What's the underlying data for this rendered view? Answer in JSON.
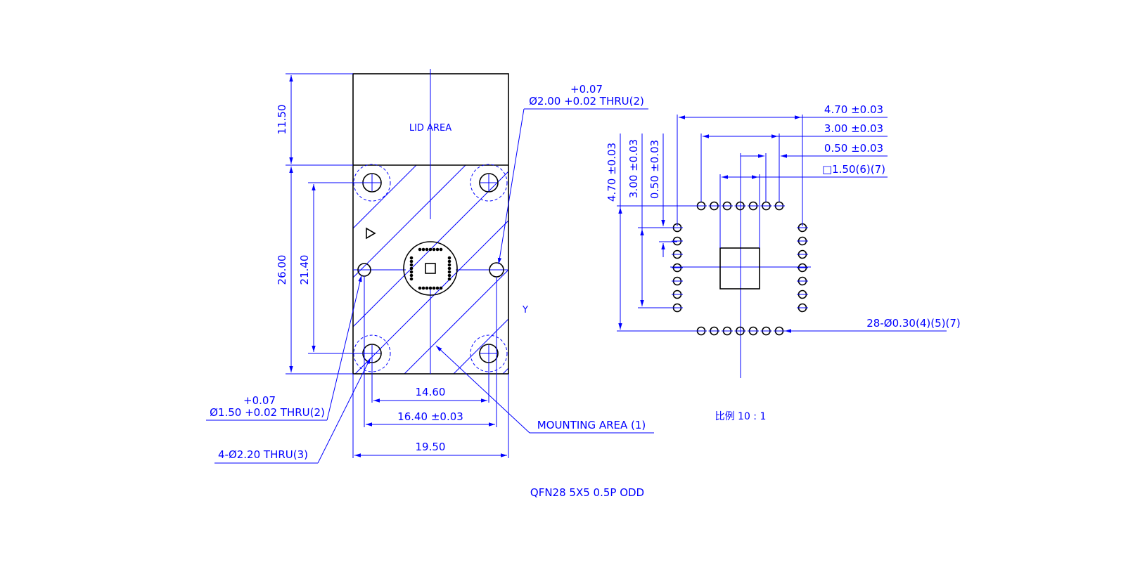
{
  "colors": {
    "annotation": "#0000ff",
    "outline": "#000000",
    "background": "#ffffff"
  },
  "left_view": {
    "lid_area": "LID AREA",
    "dim_lid_height": "11.50",
    "dim_total_height": "26.00",
    "dim_hole_pitch_vertical": "21.40",
    "dim_pitch_inner": "14.60",
    "dim_pitch_tol": "16.40 ±0.03",
    "dim_width": "19.50",
    "pin_hole_tol_top": "+0.07",
    "pin_hole_callout": "Ø2.00 +0.02 THRU(2)",
    "small_hole_tol_top": "+0.07",
    "small_hole_callout": "Ø1.50 +0.02 THRU(2)",
    "mount_hole_callout": "4-Ø2.20 THRU(3)",
    "mounting_area": "MOUNTING AREA (1)",
    "y_axis_label": "Y",
    "title": "QFN28 5X5 0.5P ODD"
  },
  "right_view": {
    "dim_h_4_70": "4.70 ±0.03",
    "dim_h_3_00": "3.00 ±0.03",
    "dim_h_0_50": "0.50 ±0.03",
    "dim_pad": "□1.50(6)(7)",
    "dim_v_4_70": "4.70 ±0.03",
    "dim_v_3_00": "3.00 ±0.03",
    "dim_v_0_50": "0.50 ±0.03",
    "pin_callout": "28-Ø0.30(4)(5)(7)",
    "scale": "比例 10 : 1"
  }
}
